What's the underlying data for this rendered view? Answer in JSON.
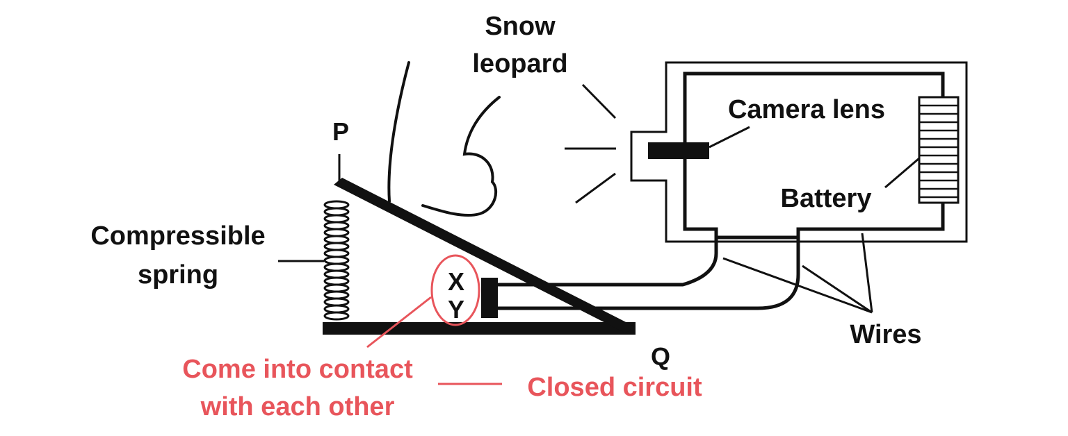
{
  "labels": {
    "snow_leopard_line1": "Snow",
    "snow_leopard_line2": "leopard",
    "camera_lens": "Camera lens",
    "battery": "Battery",
    "compressible_spring_line1": "Compressible",
    "compressible_spring_line2": "spring",
    "wires": "Wires",
    "point_p": "P",
    "point_q": "Q",
    "contact_x": "X",
    "contact_y": "Y",
    "contact_note_line1": "Come into contact",
    "contact_note_line2": "with each other",
    "closed_circuit": "Closed circuit"
  },
  "colors": {
    "ink": "#111111",
    "highlight": "#e8555b",
    "background": "#ffffff"
  }
}
